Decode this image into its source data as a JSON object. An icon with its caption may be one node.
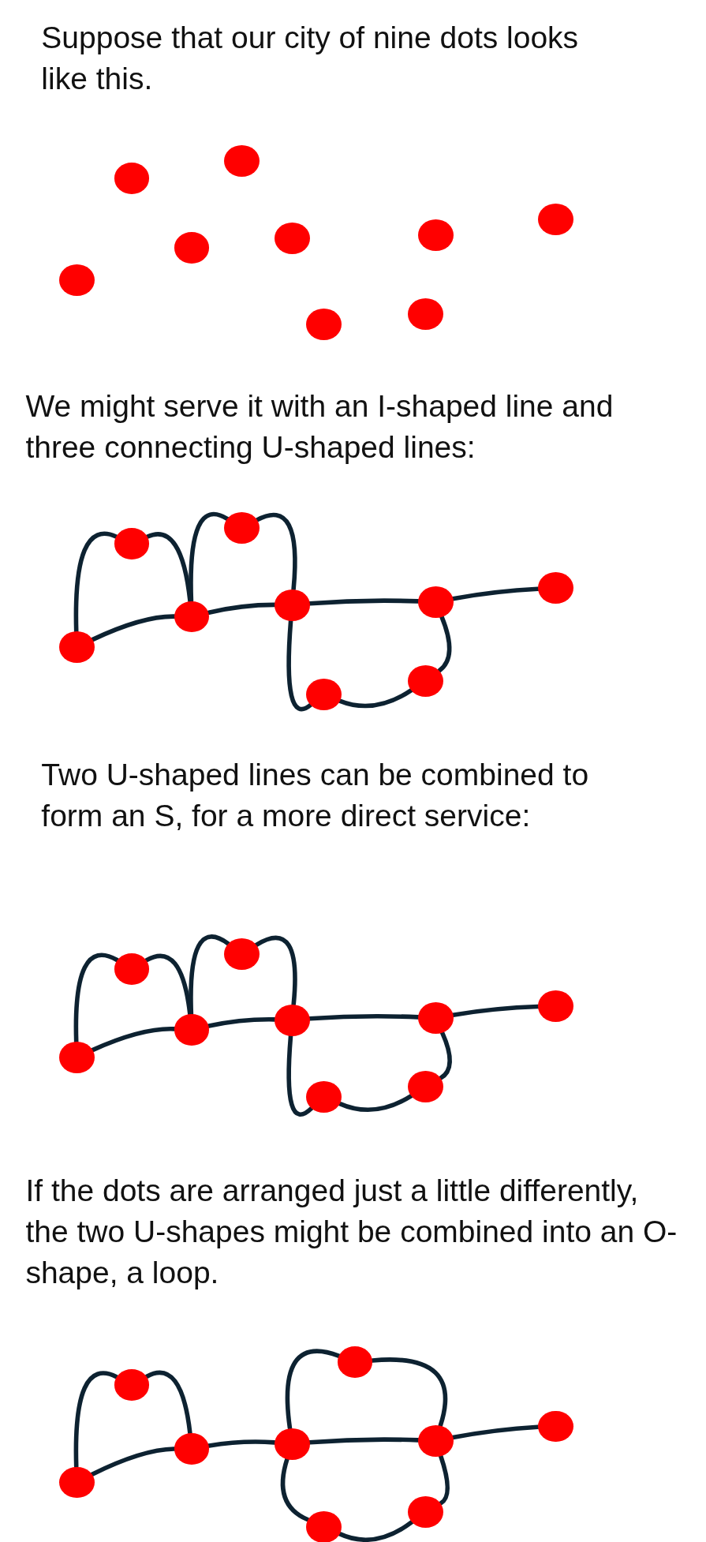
{
  "diagram": {
    "nodes": [
      {
        "text": [],
        "shape": "circle"
      },
      {
        "text": [],
        "shape": "circle"
      },
      {
        "text": [],
        "shape": "circle"
      },
      {
        "text": [],
        "shape": "circle"
      },
      {
        "text": [],
        "shape": "circle"
      },
      {
        "text": [],
        "shape": "circle"
      },
      {
        "text": [],
        "shape": "circle"
      },
      {
        "text": [],
        "shape": "circle"
      },
      {
        "text": [],
        "shape": "circle"
      },
      {
        "text": [],
        "shape": "circle"
      },
      {
        "text": [],
        "shape": "circle"
      },
      {
        "text": [],
        "shape": "circle"
      },
      {
        "text": [],
        "shape": "circle"
      },
      {
        "text": [],
        "shape": "circle"
      },
      {
        "text": [],
        "shape": "circle"
      },
      {
        "text": [],
        "shape": "circle"
      },
      {
        "text": [],
        "shape": "circle"
      },
      {
        "text": [],
        "shape": "circle"
      },
      {
        "text": [],
        "shape": "circle"
      },
      {
        "text": [],
        "shape": "circle"
      },
      {
        "text": [],
        "shape": "circle"
      },
      {
        "text": [],
        "shape": "circle"
      },
      {
        "text": [],
        "shape": "circle"
      },
      {
        "text": [],
        "shape": "circle"
      },
      {
        "text": [],
        "shape": "circle"
      },
      {
        "text": [],
        "shape": "circle"
      },
      {
        "text": [],
        "shape": "circle"
      },
      {
        "text": [],
        "shape": "circle"
      },
      {
        "text": [],
        "shape": "circle"
      },
      {
        "text": [],
        "shape": "circle"
      },
      {
        "text": [],
        "shape": "circle"
      },
      {
        "text": [],
        "shape": "circle"
      },
      {
        "text": [],
        "shape": "circle"
      },
      {
        "text": [],
        "shape": "circle"
      },
      {
        "text": [],
        "shape": "circle"
      },
      {
        "text": [],
        "shape": "circle"
      }
    ],
    "edges": [
      {
        "from": 9,
        "to": 11,
        "arrow": "none"
      },
      {
        "from": 11,
        "to": 13,
        "arrow": "none"
      },
      {
        "from": 13,
        "to": 16,
        "arrow": "none"
      },
      {
        "from": 16,
        "to": 17,
        "arrow": "none"
      },
      {
        "from": 9,
        "to": 10,
        "arrow": "none"
      },
      {
        "from": 10,
        "to": 11,
        "arrow": "none"
      },
      {
        "from": 11,
        "to": 12,
        "arrow": "none"
      },
      {
        "from": 12,
        "to": 13,
        "arrow": "none"
      },
      {
        "from": 13,
        "to": 14,
        "arrow": "none"
      },
      {
        "from": 14,
        "to": 15,
        "arrow": "none"
      },
      {
        "from": 15,
        "to": 16,
        "arrow": "none"
      },
      {
        "from": 18,
        "to": 20,
        "arrow": "none"
      },
      {
        "from": 20,
        "to": 22,
        "arrow": "none"
      },
      {
        "from": 22,
        "to": 25,
        "arrow": "none"
      },
      {
        "from": 25,
        "to": 26,
        "arrow": "none"
      },
      {
        "from": 18,
        "to": 19,
        "arrow": "none"
      },
      {
        "from": 19,
        "to": 20,
        "arrow": "none"
      },
      {
        "from": 20,
        "to": 21,
        "arrow": "none"
      },
      {
        "from": 21,
        "to": 22,
        "arrow": "none"
      },
      {
        "from": 22,
        "to": 23,
        "arrow": "none"
      },
      {
        "from": 23,
        "to": 24,
        "arrow": "none"
      },
      {
        "from": 24,
        "to": 25,
        "arrow": "none"
      },
      {
        "from": 27,
        "to": 29,
        "arrow": "none"
      },
      {
        "from": 29,
        "to": 30,
        "arrow": "none"
      },
      {
        "from": 30,
        "to": 34,
        "arrow": "none"
      },
      {
        "from": 34,
        "to": 35,
        "arrow": "none"
      },
      {
        "from": 27,
        "to": 28,
        "arrow": "none"
      },
      {
        "from": 28,
        "to": 29,
        "arrow": "none"
      },
      {
        "from": 30,
        "to": 32,
        "arrow": "none"
      },
      {
        "from": 32,
        "to": 34,
        "arrow": "none"
      },
      {
        "from": 34,
        "to": 33,
        "arrow": "none"
      },
      {
        "from": 33,
        "to": 31,
        "arrow": "none"
      },
      {
        "from": 31,
        "to": 30,
        "arrow": "none"
      }
    ],
    "labels": [
      "Suppose that our city of nine dots looks like this.",
      "We might serve it with an I-shaped line and three connecting U-shaped lines:",
      "Two U-shaped lines can be combined to form an S, for a more direct service:",
      "If the dots are arranged just a little differently, the two U-shapes might be combined into an O-shape, a loop."
    ]
  }
}
